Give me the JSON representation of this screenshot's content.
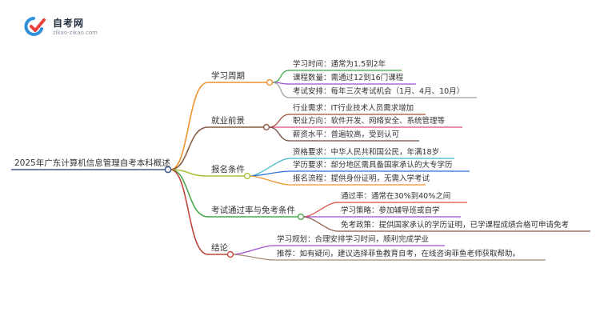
{
  "logo": {
    "title": "自考网",
    "url": "zikao-zikao.com",
    "icon": "zikao-logo-icon",
    "colors": [
      "#e8413b",
      "#2f8fd8",
      "#8a94a3"
    ]
  },
  "root": {
    "label": "2025年广东计算机信息管理自考本科概述"
  },
  "branches": [
    {
      "label": "学习周期",
      "color": "#f0922b",
      "children": [
        {
          "label": "学习时间：通常为1.5到2年",
          "color": "#3aa84a"
        },
        {
          "label": "课程数量：需通过12到16门课程",
          "color": "#a04fd0"
        },
        {
          "label": "考试安排：每年三次考试机会（1月、4月、10月）",
          "color": "#9aa0a6"
        }
      ]
    },
    {
      "label": "就业前景",
      "color": "#8a5a44",
      "children": [
        {
          "label": "行业需求：IT行业技术人员需求增加",
          "color": "#a0503a"
        },
        {
          "label": "职业方向：软件开发、网络安全、系统管理等",
          "color": "#e04b86"
        },
        {
          "label": "薪资水平：普遍较高，受到认可",
          "color": "#6e4a3a"
        }
      ]
    },
    {
      "label": "报名条件",
      "color": "#a9c43a",
      "children": [
        {
          "label": "资格要求：中华人民共和国公民，年满18岁",
          "color": "#3fb6c8"
        },
        {
          "label": "学历要求：部分地区需具备国家承认的大专学历",
          "color": "#2a6fd6"
        },
        {
          "label": "报名流程：提供身份证明，无需入学考试",
          "color": "#f0922b"
        }
      ]
    },
    {
      "label": "考试通过率与免考条件",
      "color": "#4aa84e",
      "children": [
        {
          "label": "通过率：通常在30%到40%之间",
          "color": "#e04b4b"
        },
        {
          "label": "学习策略：参加辅导班或自学",
          "color": "#a04fd0"
        },
        {
          "label": "免考政策：提供国家承认的学历证明，已学课程成绩合格可申请免考",
          "color": "#8a5a44"
        }
      ]
    },
    {
      "label": "结论",
      "color": "#c0473a",
      "children": [
        {
          "label": "学习规划：合理安排学习时间，顺利完成学业",
          "color": "#a04fd0"
        },
        {
          "label": "推荐：如有疑问，建议选择菲鱼教育自考，在线咨询菲鱼老师获取帮助。",
          "color": "#a58a74"
        }
      ]
    }
  ],
  "root_underline_color": "#3b5a8a"
}
